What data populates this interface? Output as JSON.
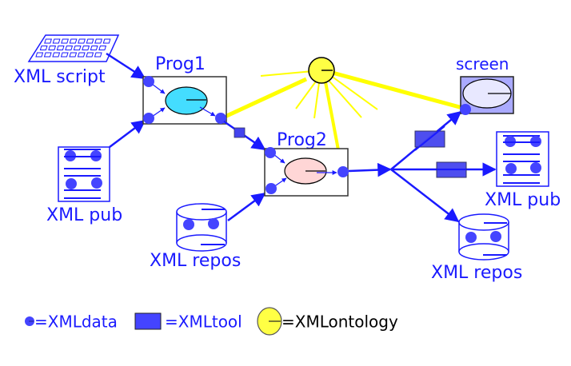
{
  "colors": {
    "blue": "#1a1aff",
    "dot_fill": "#4444ff",
    "tool_fill": "#4444ee",
    "ontology_yellow": "#ffff44",
    "ray_yellow": "#ffff00",
    "prog1_ellipse": "#44ddff",
    "prog2_ellipse": "#ffd6d6",
    "screen_fill": "#aaaaff",
    "screen_ellipse": "#e8e8ff"
  },
  "nodes": {
    "xml_script": {
      "label": "XML script"
    },
    "xml_pub_left": {
      "label": "XML pub"
    },
    "xml_repos_left": {
      "label": "XML repos"
    },
    "prog1": {
      "label": "Prog1"
    },
    "prog2": {
      "label": "Prog2"
    },
    "ontology": {
      "label": ""
    },
    "screen": {
      "label": "screen"
    },
    "xml_pub_right": {
      "label": "XML pub"
    },
    "xml_repos_right": {
      "label": "XML repos"
    }
  },
  "legend": {
    "xmldata": "=XMLdata",
    "xmltool": "=XMLtool",
    "xmlontology": "=XMLontology"
  }
}
